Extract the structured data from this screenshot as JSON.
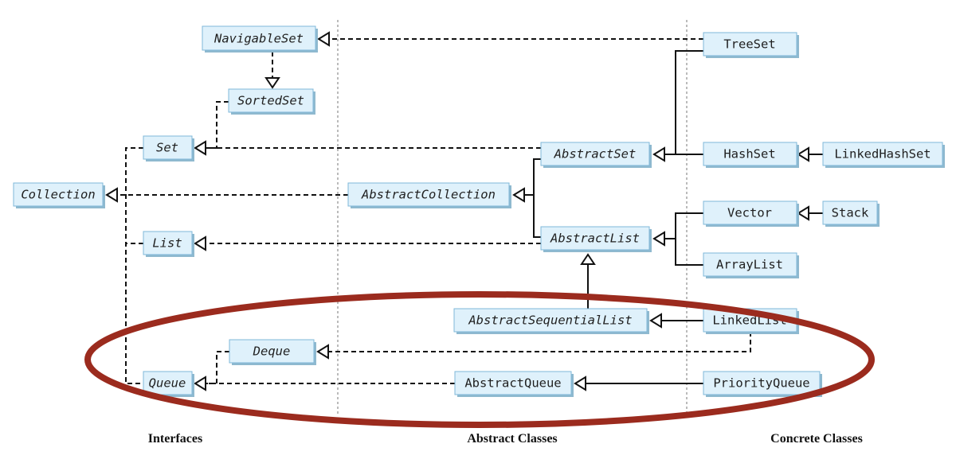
{
  "columns": {
    "interfaces": "Interfaces",
    "abstract": "Abstract Classes",
    "concrete": "Concrete Classes"
  },
  "nodes": {
    "navigableset": "NavigableSet",
    "sortedset": "SortedSet",
    "set": "Set",
    "collection": "Collection",
    "list": "List",
    "deque": "Deque",
    "queue": "Queue",
    "abstractset": "AbstractSet",
    "abstractcollection": "AbstractCollection",
    "abstractlist": "AbstractList",
    "abstractsequentiallist": "AbstractSequentialList",
    "abstractqueue": "AbstractQueue",
    "treeset": "TreeSet",
    "hashset": "HashSet",
    "linkedhashset": "LinkedHashSet",
    "vector": "Vector",
    "stack": "Stack",
    "arraylist": "ArrayList",
    "linkedlist": "LinkedList",
    "priorityqueue": "PriorityQueue"
  },
  "colors": {
    "box_fill": "#dff1fb",
    "box_border": "#7fb8d8",
    "highlight_ellipse": "#9b2b1e"
  }
}
